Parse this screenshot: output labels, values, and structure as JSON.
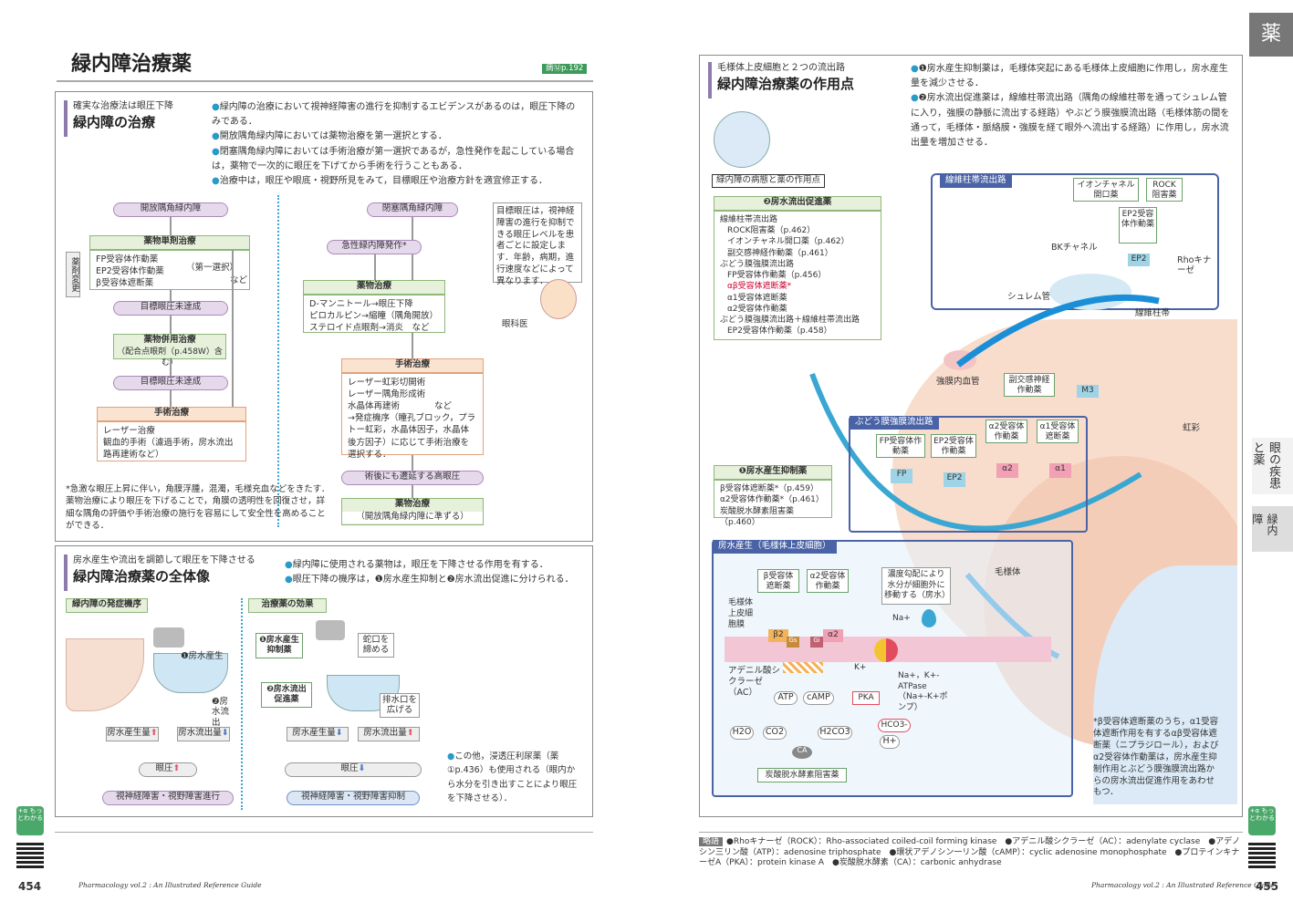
{
  "left": {
    "title": "緑内障治療薬",
    "ref": "病⑫p.192",
    "s1": {
      "sub": "確実な治療法は眼圧下降",
      "title": "緑内障の治療",
      "bullets": [
        "緑内障の治療において視神経障害の進行を抑制するエビデンスがあるのは，眼圧下降のみである．",
        "開放隅角緑内障においては薬物治療を第一選択とする．",
        "閉塞隅角緑内障においては手術治療が第一選択であるが，急性発作を起こしている場合は，薬物で一次的に眼圧を下げてから手術を行うこともある．",
        "治療中は，眼圧や眼底・視野所見をみて，目標眼圧や治療方針を適宜修正する．"
      ]
    },
    "flow": {
      "open": "開放隅角緑内障",
      "mono": "薬物単剤治療",
      "monoItems": [
        "FP受容体作動薬",
        "EP2受容体作動薬",
        "β受容体遮断薬"
      ],
      "first": "（第一選択）",
      "nado": "など",
      "change": "薬剤変更",
      "unmet1": "目標眼圧未達成",
      "combo": "薬物併用治療",
      "combo2": "（配合点眼剤（p.458W）含む）",
      "unmet2": "目標眼圧未達成",
      "surg": "手術治療",
      "surgItems": [
        "レーザー治療",
        "観血的手術（濾過手術，房水流出路再建術など）"
      ],
      "closed": "閉塞隅角緑内障",
      "acute": "急性緑内障発作*",
      "drug": "薬物治療",
      "drugItems": [
        "D-マンニトール→眼圧下降",
        "ピロカルピン→縮瞳（隅角開放）",
        "ステロイド点眼剤→消炎　など"
      ],
      "surg2": "手術治療",
      "surg2Items": [
        "レーザー虹彩切開術",
        "レーザー隅角形成術",
        "水晶体再建術　　　　など",
        "→発症機序（瞳孔ブロック，プラトー虹彩，水晶体因子，水晶体後方因子）に応じて手術治療を選択する．"
      ],
      "late": "術後にも遷延する高眼圧",
      "drug2": "薬物治療",
      "drug2sub": "（開放隅角緑内障に準ずる）",
      "note": "目標眼圧は，視神経障害の進行を抑制できる眼圧レベルを患者ごとに設定します．年齢，病期，進行速度などによって異なります．",
      "doctor": "眼科医",
      "foot": "*急激な眼圧上昇に伴い，角膜浮腫，混濁，毛様充血などをきたす．薬物治療により眼圧を下げることで，角膜の透明性を回復させ，詳細な隅角の評価や手術治療の施行を容易にして安全性を高めることができる．"
    },
    "s2": {
      "sub": "房水産生や流出を調節して眼圧を下降させる",
      "title": "緑内障治療薬の全体像",
      "bullets": [
        "緑内障に使用される薬物は，眼圧を下降させる作用を有する．",
        "眼圧下降の機序は，❶房水産生抑制と❷房水流出促進に分けられる．"
      ],
      "hatsu": "緑内障の発症機序",
      "kouka": "治療薬の効果",
      "prod": "❶房水産生",
      "outf": "❷房水流出",
      "prodUp": "房水産生量",
      "outDown": "房水流出量",
      "iop": "眼圧",
      "damage": "視神経障害・視野障害進行",
      "inh": "❶房水産生抑制薬",
      "tap": "蛇口を締める",
      "prom": "❷房水流出促進薬",
      "drain": "排水口を広げる",
      "prodDown": "房水産生量",
      "outUp": "房水流出量",
      "iop2": "眼圧",
      "damage2": "視神経障害・視野障害抑制",
      "other": "この他，浸透圧利尿薬（薬①p.436）も使用される（眼内から水分を引き出すことにより眼圧を下降させる）．"
    },
    "page": "454",
    "journal": "Pharmacology vol.2 : An Illustrated Reference Guide"
  },
  "right": {
    "tab": "薬",
    "side1": "眼の疾患と薬",
    "side2": "緑内障",
    "sub": "毛様体上皮細胞と２つの流出路",
    "title": "緑内障治療薬の作用点",
    "bullets": [
      "❶房水産生抑制薬は，毛様体突起にある毛様体上皮細胞に作用し，房水産生量を減少させる．",
      "❷房水流出促進薬は，線維柱帯流出路（隅角の線維柱帯を通ってシュレム管に入り，強膜の静脈に流出する経路）やぶどう膜強膜流出路（毛様体筋の間を通って，毛様体・脈絡膜・強膜を経て眼外へ流出する経路）に作用し，房水流出量を増加させる．"
    ],
    "site": "緑内障の病態と薬の作用点",
    "promTitle": "❷房水流出促進薬",
    "promItems": [
      "線維柱帯流出路",
      "ROCK阻害薬（p.462）",
      "イオンチャネル開口薬（p.462）",
      "副交感神経作動薬（p.461）",
      "ぶどう膜強膜流出路",
      "FP受容体作動薬（p.456）",
      "αβ受容体遮断薬*",
      "α1受容体遮断薬",
      "α2受容体作動薬",
      "ぶどう膜強膜流出路＋線維柱帯流出路",
      "EP2受容体作動薬（p.458）"
    ],
    "trab": "線維柱帯流出路",
    "ion": "イオンチャネル開口薬",
    "rock": "ROCK阻害薬",
    "ep2a": "EP2受容体作動薬",
    "bk": "BKチャネル",
    "ep2": "EP2",
    "rho": "Rhoキナーゼ",
    "schlemm": "シュレム管",
    "tm": "線維柱帯",
    "vessel": "強膜内血管",
    "para": "副交感神経作動薬",
    "m3": "M3",
    "iris": "虹彩",
    "uveo": "ぶどう膜強膜流出路",
    "fpA": "FP受容体作動薬",
    "ep2A2": "EP2受容体作動薬",
    "a2A": "α2受容体作動薬",
    "a1B": "α1受容体遮断薬",
    "fp": "FP",
    "ep2b": "EP2",
    "a2": "α2",
    "a1": "α1",
    "inhTitle": "❶房水産生抑制薬",
    "inhItems": [
      "β受容体遮断薬*（p.459）",
      "α2受容体作動薬*（p.461）",
      "炭酸脱水酵素阻害薬（p.460）"
    ],
    "prodTitle": "房水産生（毛様体上皮細胞）",
    "cb": "毛様体",
    "bB": "β受容体遮断薬",
    "a2Ag": "α2受容体作動薬",
    "grad": "濃度勾配により水分が細胞外に移動する（房水）",
    "epi": "毛様体上皮細胞膜",
    "b2": "β2",
    "gs": "Gs",
    "gi": "Gi",
    "a2r": "α2",
    "na": "Na+",
    "k": "K+",
    "ac": "アデニル酸シクラーゼ（AC）",
    "atp": "ATP",
    "camp": "cAMP",
    "pka": "PKA",
    "pump": "Na+，K+-ATPase（Na+-K+ポンプ）",
    "h2o": "H2O",
    "co2": "CO2",
    "h2co3": "H2CO3",
    "hco3": "HCO3-",
    "h": "H+",
    "ca": "CA",
    "cai": "炭酸脱水酵素阻害薬",
    "foot": "*β受容体遮断薬のうち，α1受容体遮断作用を有するαβ受容体遮断薬（ニプラジロール），およびα2受容体作動薬は，房水産生抑制作用とぶどう膜強膜流出路からの房水流出促進作用をあわせもつ．",
    "abbrTag": "略語",
    "abbr": "●Rhoキナーゼ（ROCK）：Rho-associated coiled-coil forming kinase　●アデニル酸シクラーゼ（AC）：adenylate cyclase　●アデノシン三リン酸（ATP）：adenosine triphosphate　●環状アデノシン一リン酸（cAMP）：cyclic adenosine monophosphate　●プロテインキナーゼA（PKA）：protein kinase A　●炭酸脱水酵素（CA）：carbonic anhydrase",
    "page": "455",
    "journal": "Pharmacology vol.2 : An Illustrated Reference Guide",
    "plus": "+α もっとわかる"
  }
}
